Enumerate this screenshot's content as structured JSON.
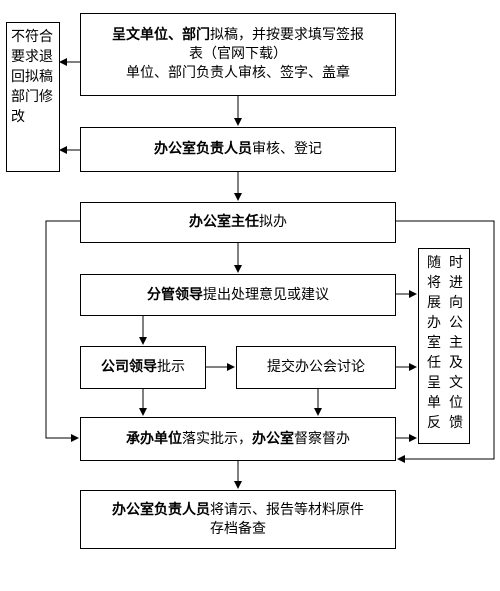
{
  "diagram": {
    "step1": {
      "line1_bold": "呈文单位、部门",
      "line1_rest": "拟稿，并按要求填写签报",
      "line2": "表（官网下载）",
      "line3": "单位、部门负责人审核、签字、盖章"
    },
    "reject": {
      "text": "不符合要求退回拟稿部门修改"
    },
    "step2": {
      "bold": "办公室负责人员",
      "rest": "审核、登记"
    },
    "step3": {
      "bold": "办公室主任",
      "rest": "拟办"
    },
    "step4": {
      "bold": "分管领导",
      "rest": "提出处理意见或建议"
    },
    "step5a": {
      "bold": "公司领导",
      "rest": "批示"
    },
    "step5b": {
      "text": "提交办公会讨论"
    },
    "step6": {
      "bold1": "承办单位",
      "mid": "落实批示，",
      "bold2": "办公室",
      "rest": "督察督办"
    },
    "step7": {
      "bold": "办公室负责人员",
      "line1_rest": "将请示、报告等材料原件",
      "line2": "存档备查"
    },
    "side": {
      "col_left": "随将展办室任呈单反",
      "col_right": "时进向公主及文位馈"
    }
  }
}
